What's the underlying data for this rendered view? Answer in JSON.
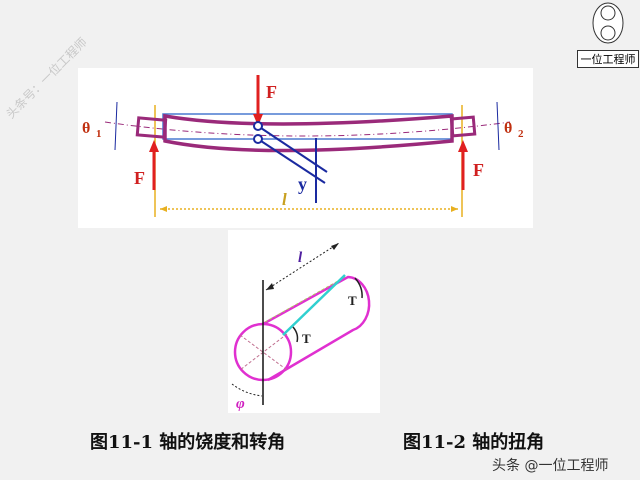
{
  "watermark_diagonal": "头条号：一位工程师",
  "logo": {
    "text": "一位工程师"
  },
  "figure1": {
    "labels": {
      "force": "F",
      "theta1": "θ",
      "theta1_sub": "1",
      "theta2": "θ",
      "theta2_sub": "2",
      "deflection": "y",
      "length": "l"
    },
    "caption": "图11-1 轴的饶度和转角"
  },
  "figure2": {
    "labels": {
      "length": "l",
      "torque": "T",
      "angle": "φ"
    },
    "caption": "图11-2 轴的扭角"
  },
  "watermark_footer": "头条 @一位工程师",
  "colors": {
    "beam": "#9a2a7a",
    "force": "#e02020",
    "blue": "#1a2aa0",
    "support": "#e8b020",
    "shaft": "#e030d0",
    "cyan": "#30d0d0"
  }
}
